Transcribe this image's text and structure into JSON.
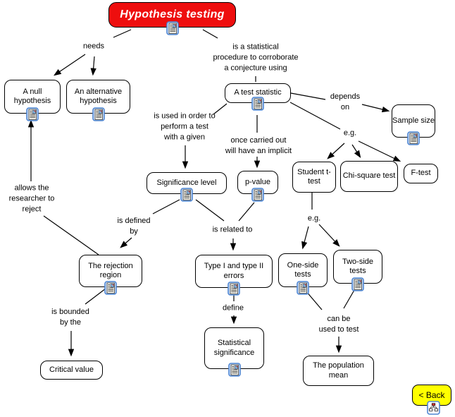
{
  "map": {
    "nodes": {
      "hypothesis_testing": {
        "label": "Hypothesis testing"
      },
      "null_hypothesis": {
        "label": "A null hypothesis"
      },
      "alternative_hypothesis": {
        "label": "An alternative hypothesis"
      },
      "test_statistic": {
        "label": "A test statistic"
      },
      "sample_size": {
        "label": "Sample size"
      },
      "student_t_test": {
        "label": "Student t-test"
      },
      "chi_square_test": {
        "label": "Chi-square test"
      },
      "f_test": {
        "label": "F-test"
      },
      "significance_level": {
        "label": "Significance level"
      },
      "p_value": {
        "label": "p-value"
      },
      "rejection_region": {
        "label": "The rejection region"
      },
      "type_errors": {
        "label": "Type I and type II errors"
      },
      "one_side_tests": {
        "label": "One-side tests"
      },
      "two_side_tests": {
        "label": "Two-side tests"
      },
      "critical_value": {
        "label": "Critical value"
      },
      "statistical_significance": {
        "label": "Statistical significance"
      },
      "population_mean": {
        "label": "The population mean"
      }
    },
    "phrases": {
      "needs": "needs",
      "is_statistical": "is a statistical\nprocedure to corroborate\na conjecture using",
      "is_used": "is used in order to\nperform a test\nwith a given",
      "once_carried": "once carried out\nwill have an implicit",
      "depends_on": "depends\non",
      "eg_tests": "e.g.",
      "allows_reject": "allows the\nresearcher to\nreject",
      "is_defined_by": "is defined\nby",
      "is_related_to": "is related to",
      "eg_sides": "e.g.",
      "is_bounded": "is bounded\nby the",
      "define": "define",
      "can_be_used": "can be\nused to test"
    },
    "controls": {
      "back_label": "< Back"
    },
    "icons": {
      "node_resource": "document-resource-icon",
      "back": "concept-map-icon"
    },
    "colors": {
      "root_node_fill": "#ee0e0e",
      "root_node_text": "#ffffff",
      "node_fill": "#ffffff",
      "node_border": "#000000",
      "back_button_fill": "#ffff00",
      "icon_frame": "#4f87d4"
    }
  }
}
